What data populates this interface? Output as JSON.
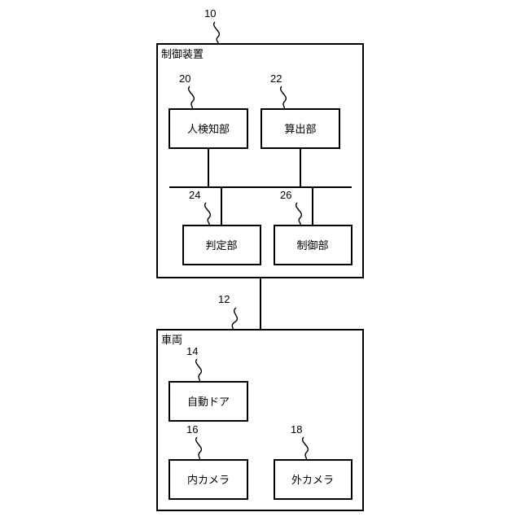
{
  "control_device": {
    "ref": "10",
    "title": "制御装置",
    "human_detection_unit": {
      "ref": "20",
      "label": "人検知部"
    },
    "calculation_unit": {
      "ref": "22",
      "label": "算出部"
    },
    "determination_unit": {
      "ref": "24",
      "label": "判定部"
    },
    "control_unit": {
      "ref": "26",
      "label": "制御部"
    }
  },
  "connection": {
    "ref": "12"
  },
  "vehicle": {
    "title": "車両",
    "automatic_door": {
      "ref": "14",
      "label": "自動ドア"
    },
    "interior_camera": {
      "ref": "16",
      "label": "内カメラ"
    },
    "exterior_camera": {
      "ref": "18",
      "label": "外カメラ"
    }
  }
}
